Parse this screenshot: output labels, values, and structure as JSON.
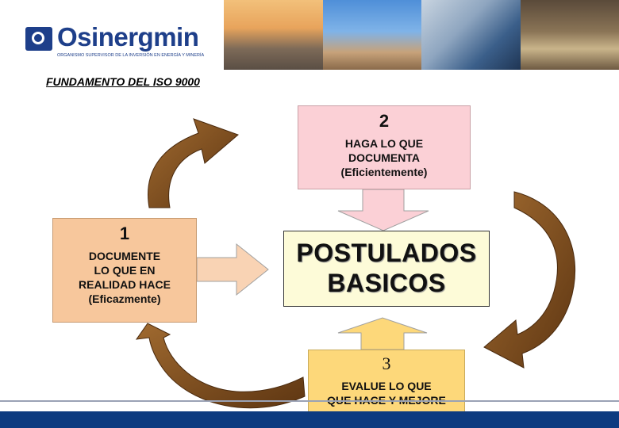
{
  "header": {
    "logo_text": "Osinergmin",
    "logo_tagline": "ORGANISMO SUPERVISOR DE LA INVERSIÓN EN ENERGÍA Y MINERÍA",
    "photos": [
      "power-lines",
      "drilling-rig",
      "pipeline-worker",
      "mine-tunnel"
    ]
  },
  "heading": "FUNDAMENTO DEL ISO 9000",
  "boxes": {
    "top": {
      "number": "2",
      "line1": "HAGA LO QUE",
      "line2": "DOCUMENTA",
      "line3": "(Eficientemente)"
    },
    "left": {
      "number": "1",
      "line1": "DOCUMENTE",
      "line2": "LO QUE EN",
      "line3": "REALIDAD HACE",
      "line4": "(Eficazmente)"
    },
    "bottom": {
      "number": "3",
      "line1": "EVALUE LO QUE",
      "line2": "QUE HACE Y MEJORE"
    },
    "center": {
      "line1": "POSTULADOS",
      "line2": "BASICOS"
    }
  },
  "colors": {
    "brand": "#1e3f8a",
    "box_top": "#fbd0d6",
    "box_left": "#f7c79c",
    "box_bottom": "#fdd87a",
    "box_center": "#fdfbd8",
    "cycle_arrow": "#7a4a1c",
    "footer": "#0d3b80"
  }
}
